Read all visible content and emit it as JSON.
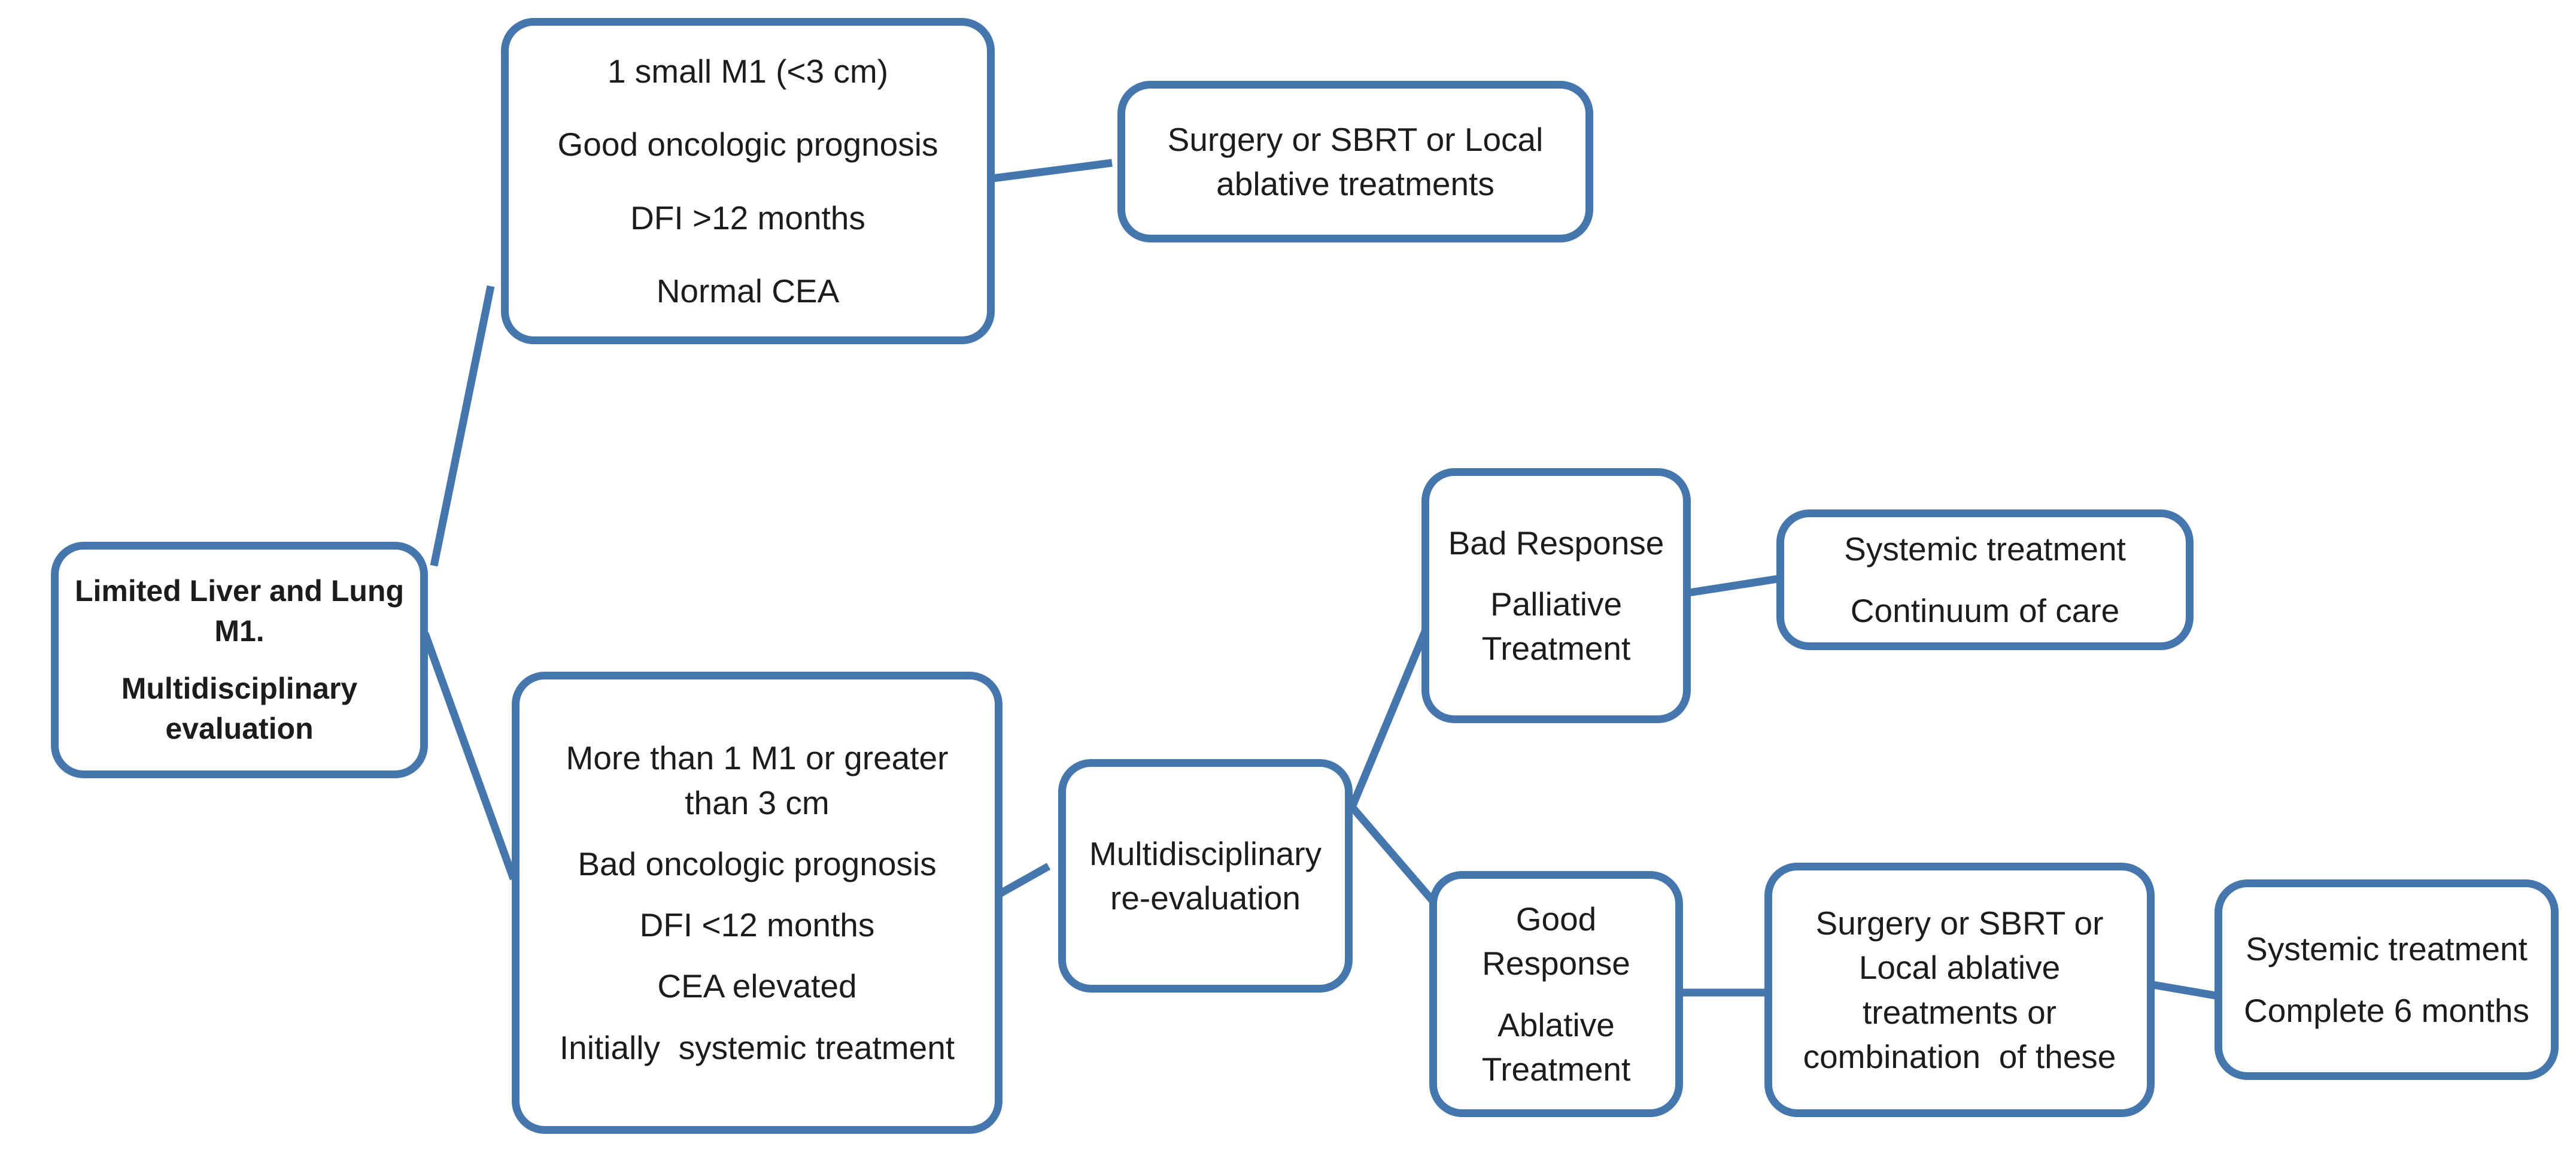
{
  "figure": {
    "type": "flowchart"
  },
  "colors": {
    "accent": "#4576ae",
    "text": "#1c1c1c",
    "background": "#ffffff"
  },
  "nodes": {
    "root": {
      "lines": [
        "Limited Liver and Lung",
        "M1.",
        "Multidisciplinary",
        "evaluation"
      ]
    },
    "favorable": {
      "lines": [
        "1 small M1 (<3 cm)",
        "Good oncologic prognosis",
        "DFI >12 months",
        "Normal CEA"
      ]
    },
    "local": {
      "lines": [
        "Surgery or SBRT or Local",
        "ablative treatments"
      ]
    },
    "unfavorable": {
      "lines": [
        "More than 1 M1 or greater",
        "than 3 cm",
        "Bad oncologic prognosis",
        "DFI <12 months",
        "CEA elevated",
        "Initially  systemic treatment"
      ]
    },
    "reeval": {
      "lines": [
        "Multidisciplinary",
        "re-evaluation"
      ]
    },
    "bad": {
      "lines": [
        "Bad Response",
        "Palliative",
        "Treatment"
      ]
    },
    "continuum": {
      "lines": [
        "Systemic treatment",
        "Continuum of care"
      ]
    },
    "good": {
      "lines": [
        "Good",
        "Response",
        "Ablative",
        "Treatment"
      ]
    },
    "combo": {
      "lines": [
        "Surgery or SBRT or",
        "Local ablative",
        "treatments or",
        "combination  of these"
      ]
    },
    "complete": {
      "lines": [
        "Systemic treatment",
        "Complete 6 months"
      ]
    }
  },
  "edges": [
    {
      "from": "root",
      "to": "favorable"
    },
    {
      "from": "root",
      "to": "unfavorable"
    },
    {
      "from": "favorable",
      "to": "local"
    },
    {
      "from": "unfavorable",
      "to": "reeval"
    },
    {
      "from": "reeval",
      "to": "bad"
    },
    {
      "from": "reeval",
      "to": "good"
    },
    {
      "from": "bad",
      "to": "continuum"
    },
    {
      "from": "good",
      "to": "combo"
    },
    {
      "from": "combo",
      "to": "complete"
    }
  ]
}
